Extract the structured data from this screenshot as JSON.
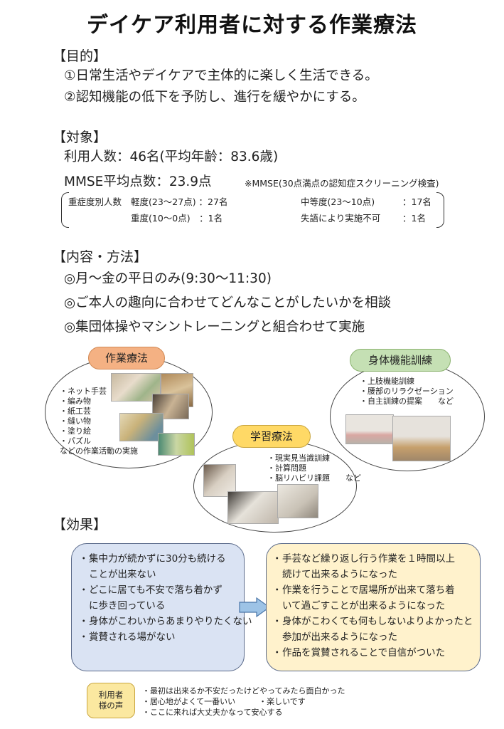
{
  "title": "デイケア利用者に対する作業療法",
  "purpose": {
    "heading": "【目的】",
    "items": [
      "①日常生活やデイケアで主体的に楽しく生活できる。",
      "②認知機能の低下を予防し、進行を緩やかにする。"
    ]
  },
  "target": {
    "heading": "【対象】",
    "users": "利用人数：46名(平均年齢：83.6歳)",
    "mmse": "MMSE平均点数：23.9点",
    "mmse_note": "※MMSE(30点満点の認知症スクリーニング検査)",
    "severity_label": "重症度別人数",
    "mild": "軽度(23～27点) ：27名",
    "moderate_label": "中等度(23～10点)",
    "moderate_value": "：17名",
    "severe": "重度(10～0点)　：1名",
    "aphasia_label": "失語により実施不可",
    "aphasia_value": "：1名"
  },
  "method": {
    "heading": "【内容・方法】",
    "items": [
      "◎月～金の平日のみ(9:30～11:30)",
      "◎ご本人の趣向に合わせてどんなことがしたいかを相談",
      "◎集団体操やマシントレーニングと組合わせて実施"
    ]
  },
  "ot": {
    "label": "作業療法",
    "activities": [
      "・ネット手芸",
      "・編み物",
      "・紙工芸",
      "・縫い物",
      "・塗り絵",
      "・パズル"
    ],
    "footer": "などの作業活動の実施",
    "color": "#f4b183"
  },
  "physical": {
    "label": "身体機能訓練",
    "items": [
      "・上肢機能訓練",
      "・腰部のリラクゼーション",
      "・自主訓練の提案　　など"
    ],
    "color": "#c5e0b4"
  },
  "learning": {
    "label": "学習療法",
    "items": [
      "・現実見当識訓練",
      "・計算問題",
      "・脳リハビリ課題　　など"
    ],
    "color": "#ffd966"
  },
  "effect": {
    "heading": "【効果】",
    "before": [
      [
        "集中力が続かずに30分も続ける",
        "ことが出来ない"
      ],
      [
        "どこに居ても不安で落ち着かず",
        "に歩き回っている"
      ],
      [
        "身体がこわいからあまりやりたくない"
      ],
      [
        "賞賛される場がない"
      ]
    ],
    "after": [
      [
        "手芸など繰り返し行う作業を１時間以上",
        "続けて出来るようになった"
      ],
      [
        "作業を行うことで居場所が出来て落ち着",
        "いて過ごすことが出来るようになった"
      ],
      [
        "身体がこわくても何もしないよりよかったと",
        "参加が出来るようになった"
      ],
      [
        "作品を賞賛されることで自信がついた"
      ]
    ],
    "bullet": "・",
    "before_color": "#dae3f3",
    "after_color": "#fff2cc"
  },
  "voice": {
    "label": "利用者様の声",
    "lines": [
      "・最初は出来るか不安だったけどやってみたら面白かった",
      "・居心地がよくて一番いい　　　・楽しいです",
      "・ここに来れば大丈夫かなって安心する"
    ]
  }
}
